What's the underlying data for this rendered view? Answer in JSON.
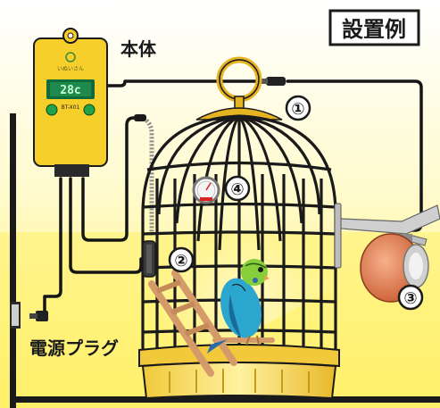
{
  "title": "設置例",
  "labels": {
    "body": "本体",
    "plug": "電源プラグ"
  },
  "device": {
    "display": "28c",
    "model": "BT-X01",
    "brand_text": "いぬいさん"
  },
  "markers": [
    "①",
    "②",
    "③",
    "④"
  ],
  "colors": {
    "background_yellow": "#fff06a",
    "device_yellow": "#f7cf2a",
    "display_green": "#0f6b3c",
    "bird_blue": "#2aa6cf",
    "bird_green": "#86cf3a",
    "lamp_orange": "#e07a4a",
    "cable_black": "#151515"
  }
}
